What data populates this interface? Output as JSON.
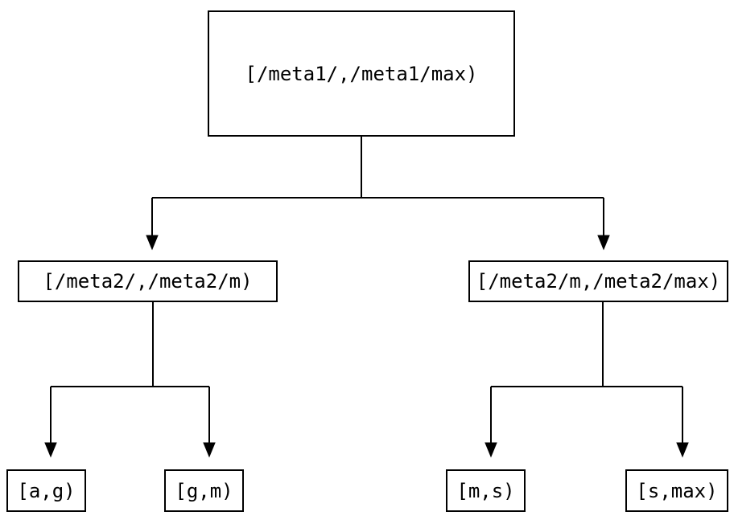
{
  "diagram": {
    "type": "binary-interval-partition-tree",
    "background_color": "#ffffff",
    "line_color": "#000000",
    "node_border_color": "#000000",
    "text_color": "#000000",
    "nodes": {
      "root": {
        "label": "[/meta1/,/meta1/max)"
      },
      "left": {
        "label": "[/meta2/,/meta2/m)"
      },
      "right": {
        "label": "[/meta2/m,/meta2/max)"
      },
      "leaf_ag": {
        "label": "[a,g)"
      },
      "leaf_gm": {
        "label": "[g,m)"
      },
      "leaf_ms": {
        "label": "[m,s)"
      },
      "leaf_smax": {
        "label": "[s,max)"
      }
    },
    "edges": [
      {
        "from": "root",
        "to": "left"
      },
      {
        "from": "root",
        "to": "right"
      },
      {
        "from": "left",
        "to": "leaf_ag"
      },
      {
        "from": "left",
        "to": "leaf_gm"
      },
      {
        "from": "right",
        "to": "leaf_ms"
      },
      {
        "from": "right",
        "to": "leaf_smax"
      }
    ]
  }
}
